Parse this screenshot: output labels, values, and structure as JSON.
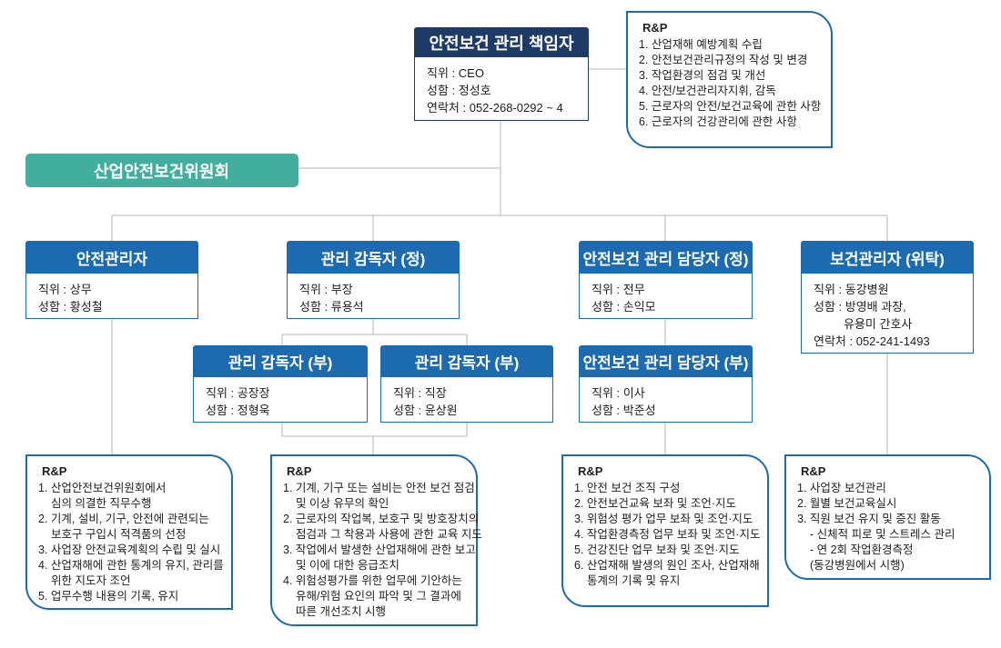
{
  "top": {
    "title": "안전보건 관리 책임자",
    "lines": [
      "직위 : CEO",
      "성함 : 정성호",
      "연락처 : 052-268-0292 ~ 4"
    ],
    "rp": {
      "title": "R&P",
      "items": [
        "1. 산업재해 예방계획 수립",
        "2. 안전보건관리규정의 작성 및 변경",
        "3. 작업환경의 점검 및 개선",
        "4. 안전/보건관리자지휘, 감독",
        "5. 근로자의 안전/보건교육에 관한 사항",
        "6. 근로자의 건강관리에 관한 사항"
      ]
    }
  },
  "committee": {
    "label": "산업안전보건위원회"
  },
  "safety_manager": {
    "title": "안전관리자",
    "lines": [
      "직위 : 상무",
      "성함 : 황성철"
    ],
    "rp": {
      "title": "R&P",
      "items": [
        [
          "1. 산업안전보건위원회에서",
          "심의 의결한 직무수행"
        ],
        [
          "2. 기계, 설비, 기구, 안전에 관련되는",
          "보호구 구입시 적격품의 선정"
        ],
        [
          "3. 사업장 안전교육계획의 수립 및 실시"
        ],
        [
          "4. 산업재해에 관한 통계의 유지, 관리를",
          "위한 지도자 조언"
        ],
        [
          "5. 업무수행 내용의 기록, 유지"
        ]
      ]
    }
  },
  "supervisor_main": {
    "title": "관리 감독자 (정)",
    "lines": [
      "직위 : 부장",
      "성함 : 류용석"
    ]
  },
  "supervisor_sub1": {
    "title": "관리 감독자 (부)",
    "lines": [
      "직위 : 공장장",
      "성함 : 정형욱"
    ]
  },
  "supervisor_sub2": {
    "title": "관리 감독자 (부)",
    "lines": [
      "직위 : 직장",
      "성함 : 윤상원"
    ]
  },
  "supervisor_rp": {
    "title": "R&P",
    "items": [
      [
        "1. 기계, 기구 또는 설비는 안전 보건 점검",
        "및 이상 유무의 확인"
      ],
      [
        "2. 근로자의 작업복, 보호구 및 방호장치의",
        "점검과 그 착용과 사용에 관한 교육 지도"
      ],
      [
        "3. 작업에서 발생한 산업재해에 관한 보고",
        "및 이에 대한 응급조치"
      ],
      [
        "4. 위험성평가를 위한 업무에 기안하는",
        "유해/위험 요인의 파악 및 그 결과에",
        "따른 개선조치 시행"
      ]
    ]
  },
  "officer_main": {
    "title": "안전보건 관리 담당자 (정)",
    "lines": [
      "직위 : 전무",
      "성함 : 손익모"
    ]
  },
  "officer_sub": {
    "title": "안전보건 관리 담당자 (부)",
    "lines": [
      "직위 : 이사",
      "성함 : 박준성"
    ]
  },
  "officer_rp": {
    "title": "R&P",
    "items": [
      [
        "1.  안전 보건 조직 구성"
      ],
      [
        "2.  안전보건교육 보좌 및 조언·지도"
      ],
      [
        "3.  위험성 평가 업무 보좌 및 조언·지도"
      ],
      [
        "4.  작업환경측정 업무 보좌 및 조언·지도"
      ],
      [
        "5.  건강진단 업무 보좌 및 조언·지도"
      ],
      [
        "6.  산업재해 발생의 원인 조사, 산업재해",
        "통계의 기록 및 유지"
      ]
    ]
  },
  "health_manager": {
    "title": "보건관리자 (위탁)",
    "lines": [
      "직위 : 동강병원",
      "성함 : 방영배 과장,",
      "유용미 간호사",
      "연락처 : 052-241-1493"
    ],
    "rp": {
      "title": "R&P",
      "items": [
        "1. 사업장 보건관리",
        "2. 월별 보건교육실시",
        "3. 직원 보건 유지 및 증진 활동",
        "- 신체적 피로 및 스트레스 관리",
        "- 연 2회 작업환경측정",
        "(동강병원에서 시행)"
      ]
    }
  }
}
